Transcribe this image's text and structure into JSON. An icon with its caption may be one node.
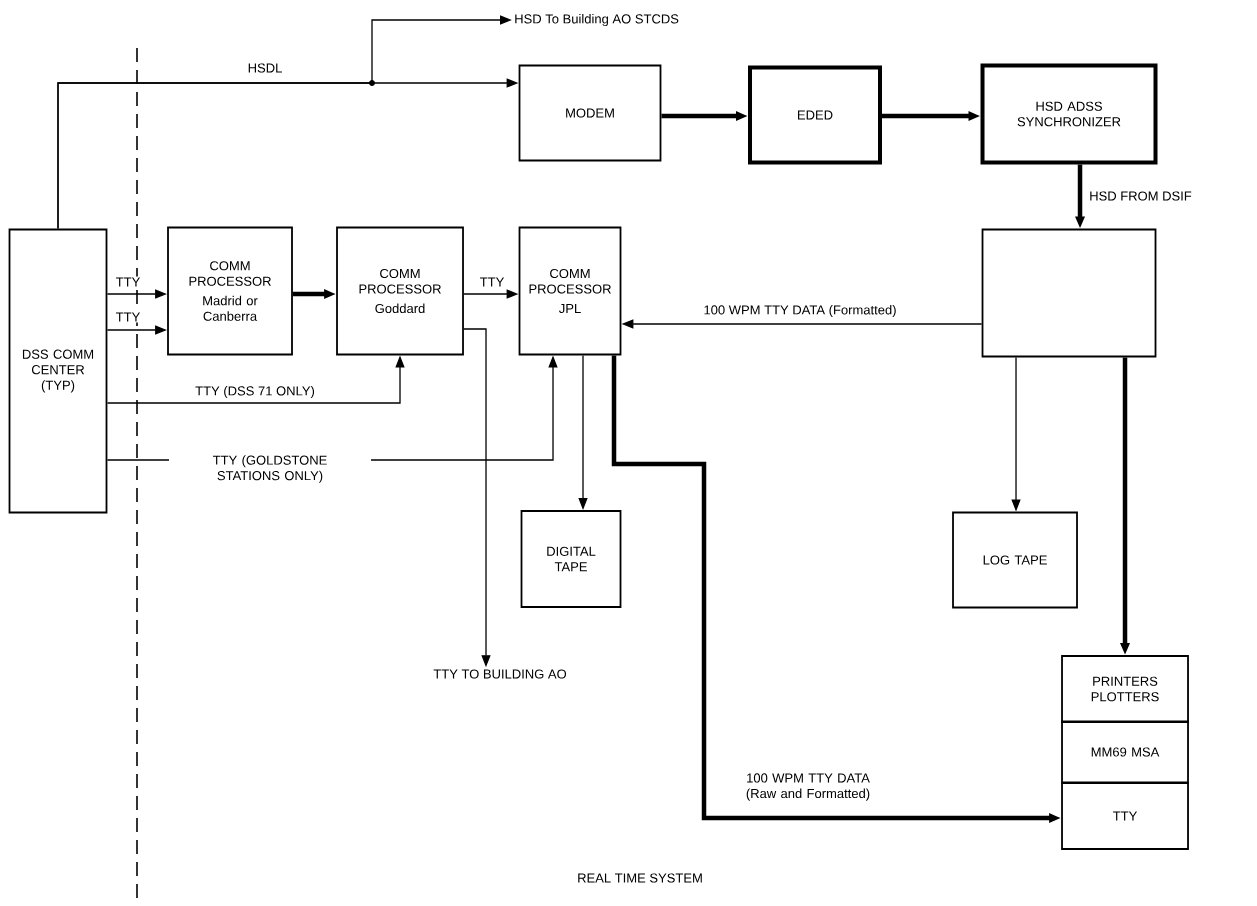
{
  "diagram": {
    "nodes": [
      {
        "text": [
          "DSS COMM CENTER (TYP)"
        ]
      },
      {
        "text": [
          "COMM PROCESSOR",
          "Madrid or Canberra"
        ]
      },
      {
        "text": [
          "COMM PROCESSOR",
          "Goddard"
        ]
      },
      {
        "text": [
          "COMM PROCESSOR",
          "JPL"
        ]
      },
      {
        "text": [
          "MODEM"
        ]
      },
      {
        "text": [
          "EDED"
        ]
      },
      {
        "text": [
          "HSD ADSS SYNCHRONIZER"
        ]
      },
      {
        "text": [],
        "shape": "box"
      },
      {
        "text": [
          "DIGITAL TAPE"
        ]
      },
      {
        "text": [
          "LOG TAPE"
        ]
      },
      {
        "text": [
          "PRINTERS PLOTTERS"
        ]
      },
      {
        "text": [
          "MM69 MSA"
        ]
      },
      {
        "text": [
          "TTY"
        ]
      },
      {
        "text": [
          "HSD To Building AO STCDS"
        ]
      },
      {
        "text": [
          "TTY TO BUILDING AO"
        ]
      }
    ],
    "edges": [
      {
        "from": 0,
        "to": 4,
        "arrow": "to",
        "label": "HSDL"
      },
      {
        "from": 0,
        "to": 13,
        "arrow": "to"
      },
      {
        "from": 0,
        "to": 1,
        "arrow": "to",
        "label": "TTY"
      },
      {
        "from": 0,
        "to": 1,
        "arrow": "to",
        "label": "TTY"
      },
      {
        "from": 1,
        "to": 2,
        "arrow": "to",
        "style": "thick"
      },
      {
        "from": 2,
        "to": 3,
        "arrow": "to",
        "label": "TTY"
      },
      {
        "from": 0,
        "to": 2,
        "arrow": "to",
        "label": "TTY (DSS 71 ONLY)"
      },
      {
        "from": 0,
        "to": 3,
        "arrow": "to",
        "label": "TTY (GOLDSTONE STATIONS ONLY)"
      },
      {
        "from": 2,
        "to": 14,
        "arrow": "to"
      },
      {
        "from": 4,
        "to": 5,
        "arrow": "to",
        "style": "thick"
      },
      {
        "from": 5,
        "to": 6,
        "arrow": "to",
        "style": "thick"
      },
      {
        "from": 6,
        "to": 7,
        "arrow": "to",
        "style": "thick",
        "label": "HSD FROM DSIF"
      },
      {
        "from": 7,
        "to": 3,
        "arrow": "to",
        "label": "100 WPM TTY DATA (Formatted)"
      },
      {
        "from": 3,
        "to": 8,
        "arrow": "to"
      },
      {
        "from": 3,
        "to": 12,
        "arrow": "to",
        "style": "thick",
        "label": "100 WPM TTY DATA (Raw and Formatted)"
      },
      {
        "from": 7,
        "to": 9,
        "arrow": "to"
      },
      {
        "from": 7,
        "to": 10,
        "arrow": "to",
        "style": "thick"
      }
    ],
    "labels": [
      "REAL TIME SYSTEM"
    ]
  }
}
